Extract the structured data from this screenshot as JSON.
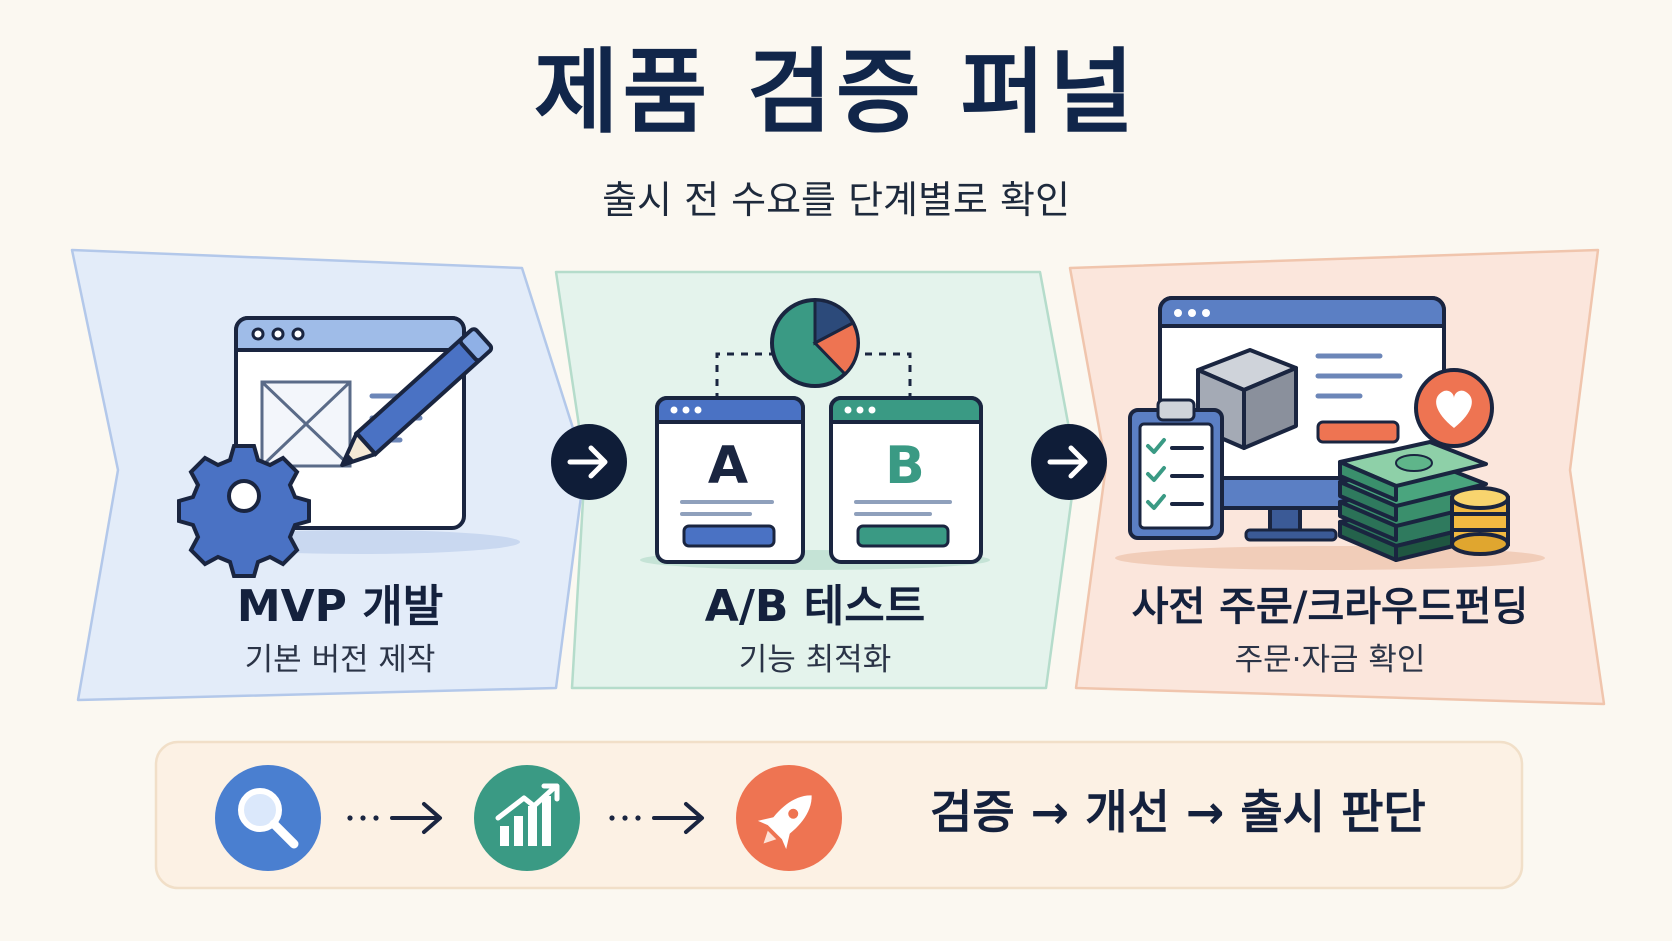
{
  "header": {
    "title": "제품 검증 퍼널",
    "subtitle": "출시 전 수요를 단계별로 확인"
  },
  "stages": [
    {
      "title": "MVP 개발",
      "subtitle": "기본 버전 제작",
      "icon": "browser-pencil-gear-icon",
      "color": "#4a72c4"
    },
    {
      "title": "A/B 테스트",
      "subtitle": "기능 최적화",
      "icon": "ab-test-pie-icon",
      "color": "#3a9a84"
    },
    {
      "title": "사전 주문/크라우드펀딩",
      "subtitle": "주문·자금 확인",
      "icon": "preorder-money-icon",
      "color": "#e8734d"
    }
  ],
  "ab_labels": {
    "a": "A",
    "b": "B"
  },
  "flow": {
    "steps": [
      {
        "icon": "magnifier-icon",
        "color": "#4a7fd0"
      },
      {
        "icon": "growth-chart-icon",
        "color": "#3a9a84"
      },
      {
        "icon": "rocket-icon",
        "color": "#ee7452"
      }
    ],
    "summary": "검증 → 개선 → 출시 판단"
  },
  "colors": {
    "navy": "#11264a",
    "blue_panel": "#e3ecf9",
    "green_panel": "#e4f3ec",
    "orange_panel": "#fbe6dc"
  }
}
